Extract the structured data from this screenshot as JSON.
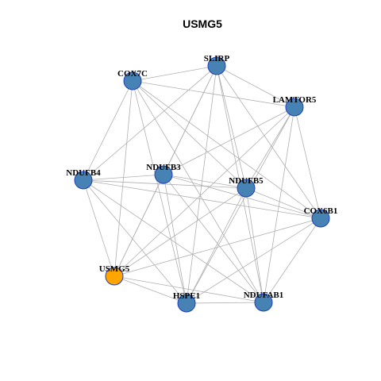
{
  "title": "USMG5",
  "colors": {
    "node_default": "#4682b4",
    "node_focus": "#ffa500",
    "node_border": "#1f3fbf",
    "edge": "#b0b0b0"
  },
  "focus_node": "USMG5",
  "nodes": [
    "SLIRP",
    "COX7C",
    "LAMTOR5",
    "NDUFB4",
    "NDUFB3",
    "NDUFB5",
    "COX6B1",
    "USMG5",
    "HSPE1",
    "NDUFAB1"
  ],
  "edges": [
    [
      "SLIRP",
      "COX7C"
    ],
    [
      "SLIRP",
      "LAMTOR5"
    ],
    [
      "SLIRP",
      "NDUFB4"
    ],
    [
      "SLIRP",
      "NDUFB3"
    ],
    [
      "SLIRP",
      "NDUFB5"
    ],
    [
      "SLIRP",
      "COX6B1"
    ],
    [
      "SLIRP",
      "USMG5"
    ],
    [
      "SLIRP",
      "HSPE1"
    ],
    [
      "SLIRP",
      "NDUFAB1"
    ],
    [
      "COX7C",
      "LAMTOR5"
    ],
    [
      "COX7C",
      "NDUFB4"
    ],
    [
      "COX7C",
      "NDUFB5"
    ],
    [
      "COX7C",
      "COX6B1"
    ],
    [
      "COX7C",
      "USMG5"
    ],
    [
      "COX7C",
      "HSPE1"
    ],
    [
      "COX7C",
      "NDUFAB1"
    ],
    [
      "LAMTOR5",
      "NDUFB3"
    ],
    [
      "LAMTOR5",
      "NDUFB5"
    ],
    [
      "LAMTOR5",
      "COX6B1"
    ],
    [
      "LAMTOR5",
      "USMG5"
    ],
    [
      "LAMTOR5",
      "HSPE1"
    ],
    [
      "LAMTOR5",
      "NDUFAB1"
    ],
    [
      "NDUFB4",
      "NDUFB3"
    ],
    [
      "NDUFB4",
      "NDUFB5"
    ],
    [
      "NDUFB4",
      "COX6B1"
    ],
    [
      "NDUFB4",
      "USMG5"
    ],
    [
      "NDUFB4",
      "HSPE1"
    ],
    [
      "NDUFB4",
      "NDUFAB1"
    ],
    [
      "NDUFB3",
      "NDUFB5"
    ],
    [
      "NDUFB3",
      "COX6B1"
    ],
    [
      "NDUFB3",
      "USMG5"
    ],
    [
      "NDUFB3",
      "HSPE1"
    ],
    [
      "NDUFB3",
      "NDUFAB1"
    ],
    [
      "NDUFB5",
      "COX6B1"
    ],
    [
      "NDUFB5",
      "USMG5"
    ],
    [
      "NDUFB5",
      "HSPE1"
    ],
    [
      "NDUFB5",
      "NDUFAB1"
    ],
    [
      "COX6B1",
      "USMG5"
    ],
    [
      "COX6B1",
      "HSPE1"
    ],
    [
      "COX6B1",
      "NDUFAB1"
    ],
    [
      "USMG5",
      "HSPE1"
    ],
    [
      "USMG5",
      "NDUFAB1"
    ],
    [
      "HSPE1",
      "NDUFAB1"
    ]
  ]
}
